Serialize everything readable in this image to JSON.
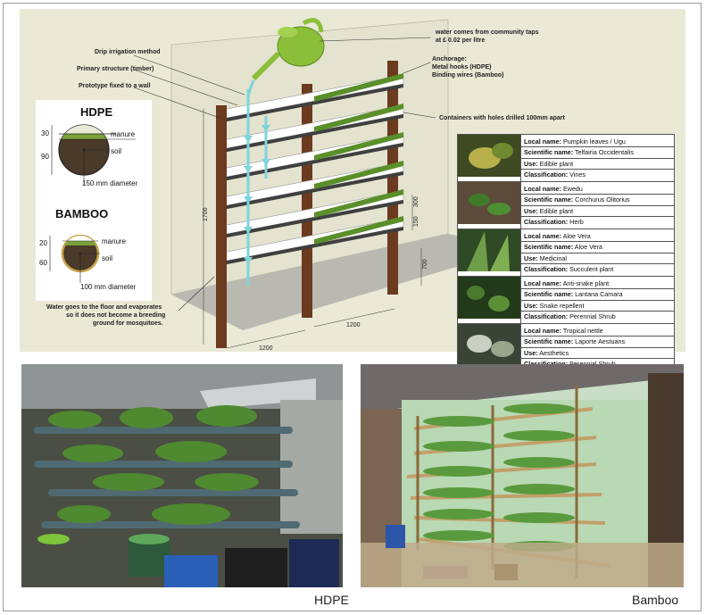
{
  "diagram": {
    "callouts": {
      "drip": "Drip irrigation method",
      "primary": "Primary structure (timber)",
      "prototype": "Prototype fixed to a wall",
      "water_line1": "water comes from community taps",
      "water_line2": "at £ 0.02 per litre",
      "anchor_title": "Anchorage:",
      "anchor_line1": "Metal hooks (HDPE)",
      "anchor_line2": "Binding wires (Bamboo)",
      "containers": "Containers with holes drilled 100mm apart",
      "floor_line1": "Water goes to the floor and evaporates",
      "floor_line2": "so it does not become a breeding",
      "floor_line3": "ground for mosquitoes."
    },
    "dims": {
      "d1200a": "1200",
      "d1200b": "1200",
      "d1700": "1700",
      "d700": "700",
      "d300": "300",
      "d150": "150"
    }
  },
  "inset": {
    "hdpe": {
      "title": "HDPE",
      "dim_top": "30",
      "dim_bottom": "90",
      "manure": "manure",
      "soil": "soil",
      "diameter": "150 mm diameter"
    },
    "bamboo": {
      "title": "BAMBOO",
      "dim_top": "20",
      "dim_bottom": "60",
      "manure": "manure",
      "soil": "soil",
      "diameter": "100 mm diameter"
    }
  },
  "plants": [
    {
      "local": "Pumpkin leaves / Ugu",
      "scientific": "Telfairia Occidentalis",
      "use": "Edible plant",
      "classification": "Vines"
    },
    {
      "local": "Ewedu",
      "scientific": "Corchurus Olitorius",
      "use": "Edible plant",
      "classification": "Herb"
    },
    {
      "local": "Aloe Vera",
      "scientific": "Aloe Vera",
      "use": "Medicinal",
      "classification": "Succulent plant"
    },
    {
      "local": "Anti-snake plant",
      "scientific": "Lantana Camara",
      "use": "Snake repellent",
      "classification": "Perennial Shrub"
    },
    {
      "local": "Tropical nettle",
      "scientific": "Laporte Aestuans",
      "use": "Aesthetics",
      "classification": "Perennial Shrub"
    }
  ],
  "field_labels": {
    "local": "Local name:",
    "scientific": "Scientific name:",
    "use": "Use:",
    "classification": "Classification:"
  },
  "captions": {
    "hdpe": "HDPE",
    "bamboo": "Bamboo"
  },
  "colors": {
    "diagram_bg": "#e9e9d6",
    "timber": "#6b3a1f",
    "pipe": "#ffffff",
    "water": "#7fd3dd",
    "watering_can": "#8bbf3a",
    "plant_green": "#5a8f2a"
  }
}
